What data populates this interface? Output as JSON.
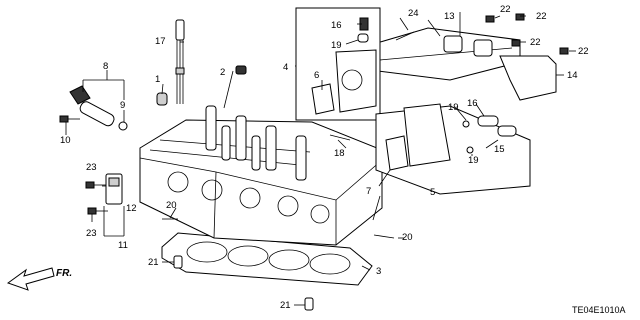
{
  "diagram_code": "TE04E1010A",
  "direction_label": "FR.",
  "callouts": [
    {
      "id": "c1",
      "text": "1"
    },
    {
      "id": "c2",
      "text": "2"
    },
    {
      "id": "c3",
      "text": "3"
    },
    {
      "id": "c4",
      "text": "4"
    },
    {
      "id": "c5",
      "text": "5"
    },
    {
      "id": "c6",
      "text": "6"
    },
    {
      "id": "c7",
      "text": "7"
    },
    {
      "id": "c8",
      "text": "8"
    },
    {
      "id": "c9",
      "text": "9"
    },
    {
      "id": "c10",
      "text": "10"
    },
    {
      "id": "c11",
      "text": "11"
    },
    {
      "id": "c12",
      "text": "12"
    },
    {
      "id": "c13",
      "text": "13"
    },
    {
      "id": "c14",
      "text": "14"
    },
    {
      "id": "c15",
      "text": "15"
    },
    {
      "id": "c16a",
      "text": "16"
    },
    {
      "id": "c16b",
      "text": "16"
    },
    {
      "id": "c17",
      "text": "17"
    },
    {
      "id": "c18",
      "text": "18"
    },
    {
      "id": "c19a",
      "text": "19"
    },
    {
      "id": "c19b",
      "text": "19"
    },
    {
      "id": "c19c",
      "text": "19"
    },
    {
      "id": "c20a",
      "text": "20"
    },
    {
      "id": "c20b",
      "text": "20"
    },
    {
      "id": "c21a",
      "text": "21"
    },
    {
      "id": "c21b",
      "text": "21"
    },
    {
      "id": "c22a",
      "text": "22"
    },
    {
      "id": "c22b",
      "text": "22"
    },
    {
      "id": "c22c",
      "text": "22"
    },
    {
      "id": "c22d",
      "text": "22"
    },
    {
      "id": "c23a",
      "text": "23"
    },
    {
      "id": "c23b",
      "text": "23"
    },
    {
      "id": "c24",
      "text": "24"
    }
  ]
}
